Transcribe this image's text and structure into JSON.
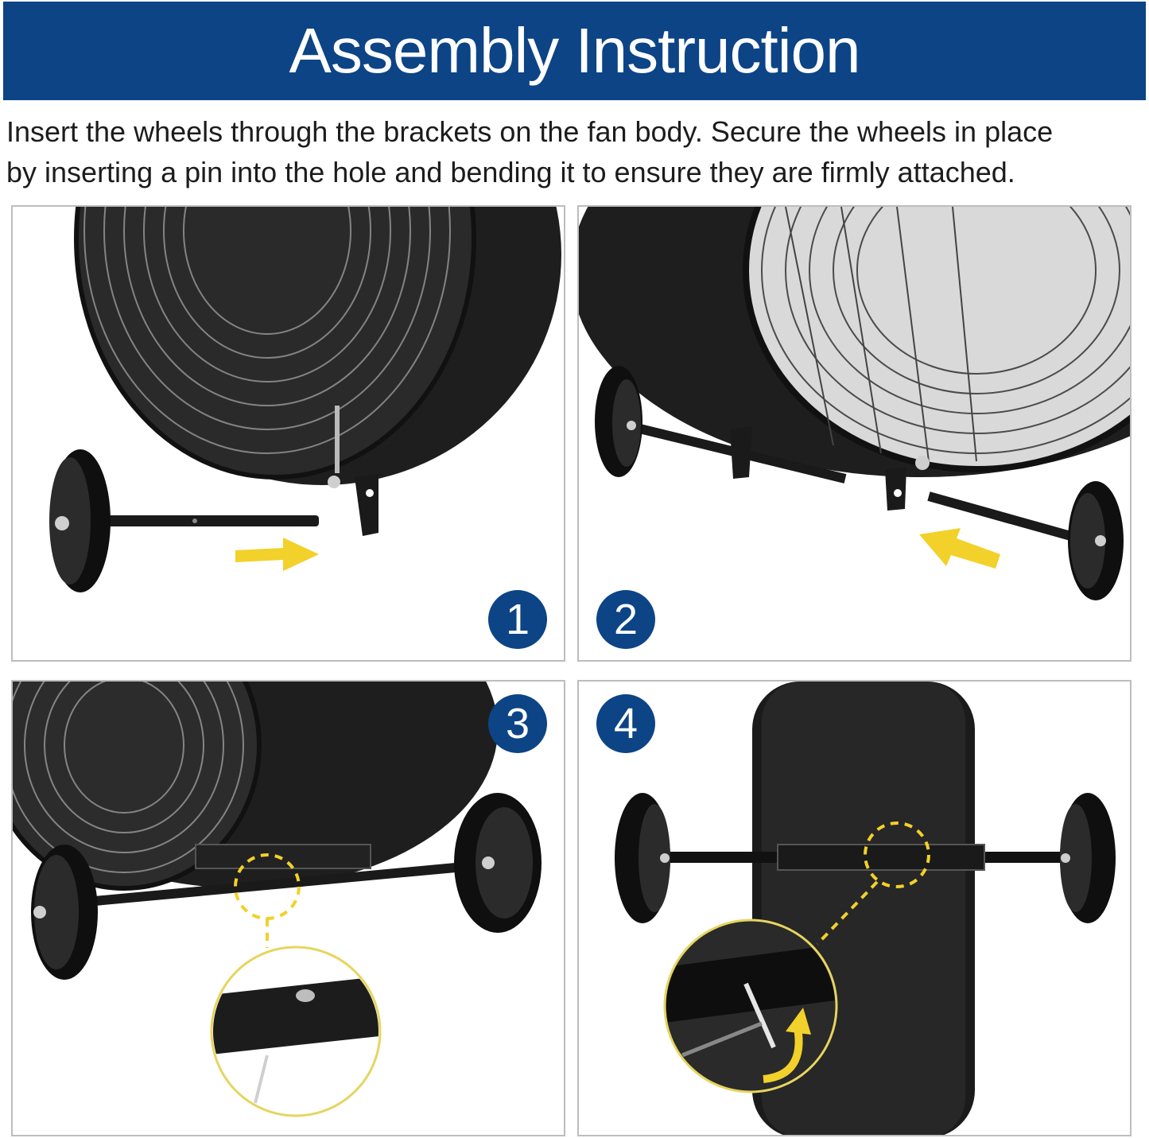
{
  "header": {
    "title": "Assembly Instruction"
  },
  "instructions": {
    "line1": "Insert the wheels through the brackets on the fan body. Secure the wheels in place",
    "line2": "by inserting a pin into the hole and bending it to ensure they are firmly attached."
  },
  "steps": [
    {
      "number": "1"
    },
    {
      "number": "2"
    },
    {
      "number": "3"
    },
    {
      "number": "4"
    }
  ],
  "colors": {
    "banner": "#0c4486",
    "badge": "#0c4486",
    "arrow": "#f2d12a",
    "fan_body": "#1b1b1b"
  }
}
